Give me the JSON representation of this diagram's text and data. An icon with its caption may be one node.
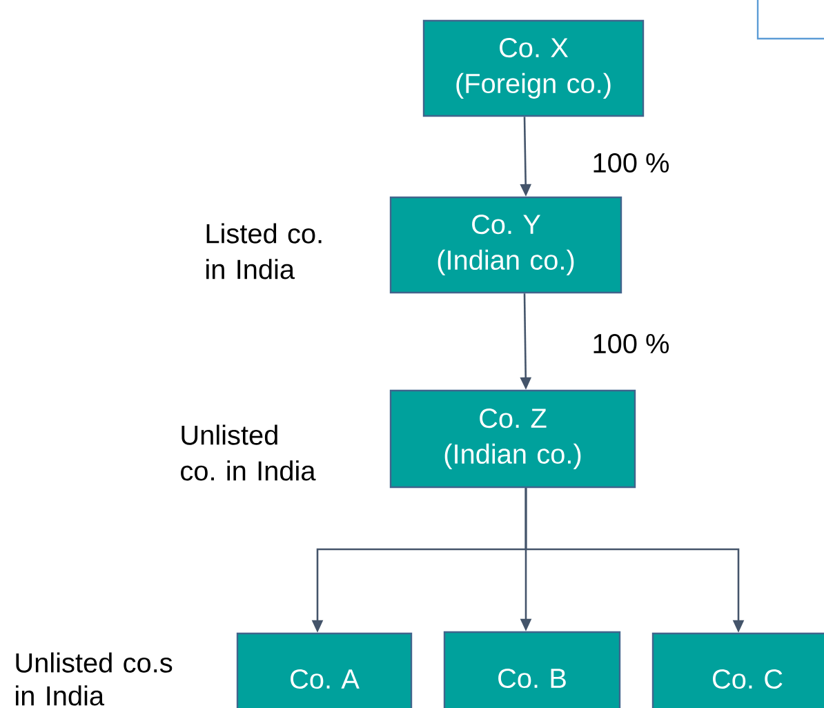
{
  "diagram": {
    "nodes": [
      {
        "text": [
          "Co. X (Foreign co.)"
        ]
      },
      {
        "text": [
          "Co. Y (Indian co.)"
        ],
        "beside": [
          "Listed co. in India"
        ]
      },
      {
        "text": [
          "Co. Z (Indian co.)"
        ],
        "beside": [
          "Unlisted co. in India"
        ]
      },
      {
        "text": [
          "Co. A"
        ]
      },
      {
        "text": [
          "Co. B"
        ]
      },
      {
        "text": [
          "Co. C"
        ]
      },
      {
        "text": [],
        "shape": "box"
      }
    ],
    "edges": [
      {
        "from": 0,
        "to": 1,
        "arrow": "to",
        "label": "100 %"
      },
      {
        "from": 1,
        "to": 2,
        "arrow": "to",
        "label": "100 %"
      },
      {
        "from": 2,
        "to": 3,
        "arrow": "to"
      },
      {
        "from": 2,
        "to": 4,
        "arrow": "to"
      },
      {
        "from": 2,
        "to": 5,
        "arrow": "to"
      }
    ],
    "labels": [
      "Unlisted co.s in India"
    ]
  }
}
